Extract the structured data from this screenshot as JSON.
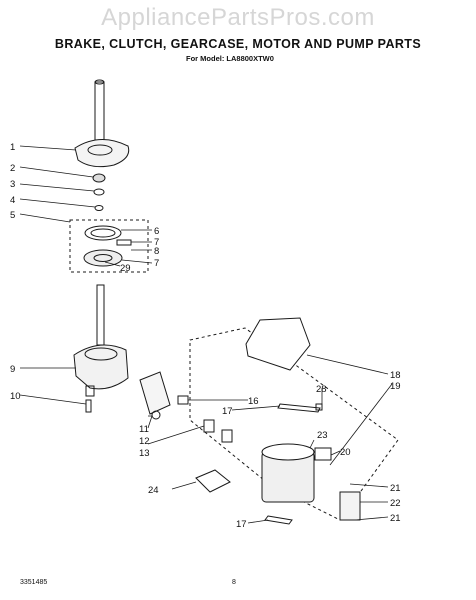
{
  "watermark": "AppliancePartsPros.com",
  "title": "BRAKE, CLUTCH, GEARCASE, MOTOR AND PUMP PARTS",
  "subtitle": "For Model: LA8800XTW0",
  "callouts": [
    {
      "id": "c1",
      "label": "1"
    },
    {
      "id": "c2",
      "label": "2"
    },
    {
      "id": "c3",
      "label": "3"
    },
    {
      "id": "c4",
      "label": "4"
    },
    {
      "id": "c5",
      "label": "5"
    },
    {
      "id": "c6",
      "label": "6"
    },
    {
      "id": "c7a",
      "label": "7"
    },
    {
      "id": "c8",
      "label": "8"
    },
    {
      "id": "c7b",
      "label": "7"
    },
    {
      "id": "c29",
      "label": "29"
    },
    {
      "id": "c9",
      "label": "9"
    },
    {
      "id": "c10",
      "label": "10"
    },
    {
      "id": "c11",
      "label": "11"
    },
    {
      "id": "c12",
      "label": "12"
    },
    {
      "id": "c13",
      "label": "13"
    },
    {
      "id": "c16",
      "label": "16"
    },
    {
      "id": "c17a",
      "label": "17"
    },
    {
      "id": "c18",
      "label": "18"
    },
    {
      "id": "c19",
      "label": "19"
    },
    {
      "id": "c28",
      "label": "28"
    },
    {
      "id": "c23",
      "label": "23"
    },
    {
      "id": "c20",
      "label": "20"
    },
    {
      "id": "c21a",
      "label": "21"
    },
    {
      "id": "c22",
      "label": "22"
    },
    {
      "id": "c21b",
      "label": "21"
    },
    {
      "id": "c24",
      "label": "24"
    },
    {
      "id": "c17b",
      "label": "17"
    }
  ],
  "footer": {
    "doc_number": "3351485",
    "page": "8"
  }
}
